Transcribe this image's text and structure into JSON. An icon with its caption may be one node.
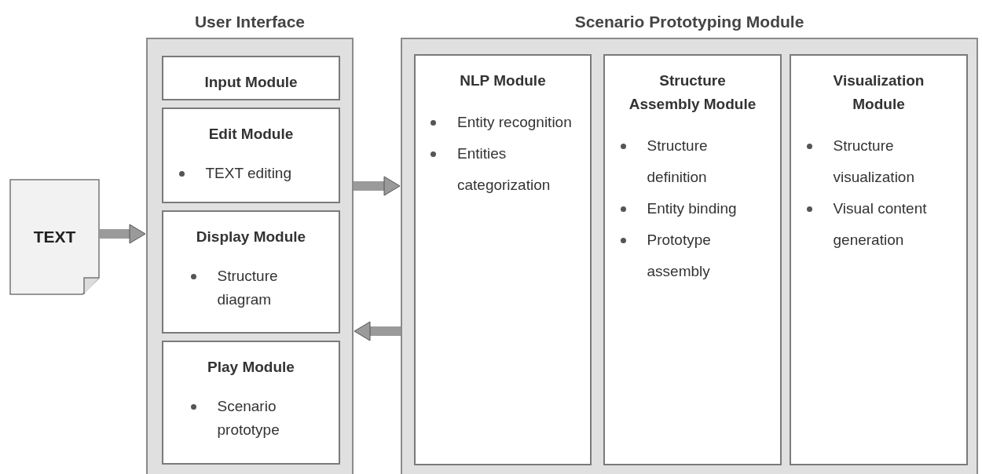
{
  "diagram": {
    "nodes": [
      {
        "text": [
          "TEXT"
        ]
      },
      {
        "text": [
          "User Interface"
        ]
      },
      {
        "text": [
          "Input Module"
        ],
        "in": 1
      },
      {
        "text": [
          "Edit Module",
          "TEXT editing"
        ],
        "in": 1
      },
      {
        "text": [
          "Display Module",
          "Structure diagram"
        ],
        "in": 1
      },
      {
        "text": [
          "Play Module",
          "Scenario prototype"
        ],
        "in": 1
      },
      {
        "text": [
          "Scenario Prototyping Module"
        ]
      },
      {
        "text": [
          "NLP Module",
          "Entity recognition",
          "Entities categorization"
        ],
        "in": 6
      },
      {
        "text": [
          "Structure Assembly Module",
          "Structure definition",
          "Entity binding",
          "Prototype assembly"
        ],
        "in": 6
      },
      {
        "text": [
          "Visualization Module",
          "Structure visualization",
          "Visual content generation"
        ],
        "in": 6
      }
    ],
    "edges": [
      {
        "from": 0,
        "to": 1,
        "arrow": "to"
      },
      {
        "from": 1,
        "to": 6,
        "arrow": "to"
      },
      {
        "from": 6,
        "to": 1,
        "arrow": "to"
      }
    ]
  }
}
